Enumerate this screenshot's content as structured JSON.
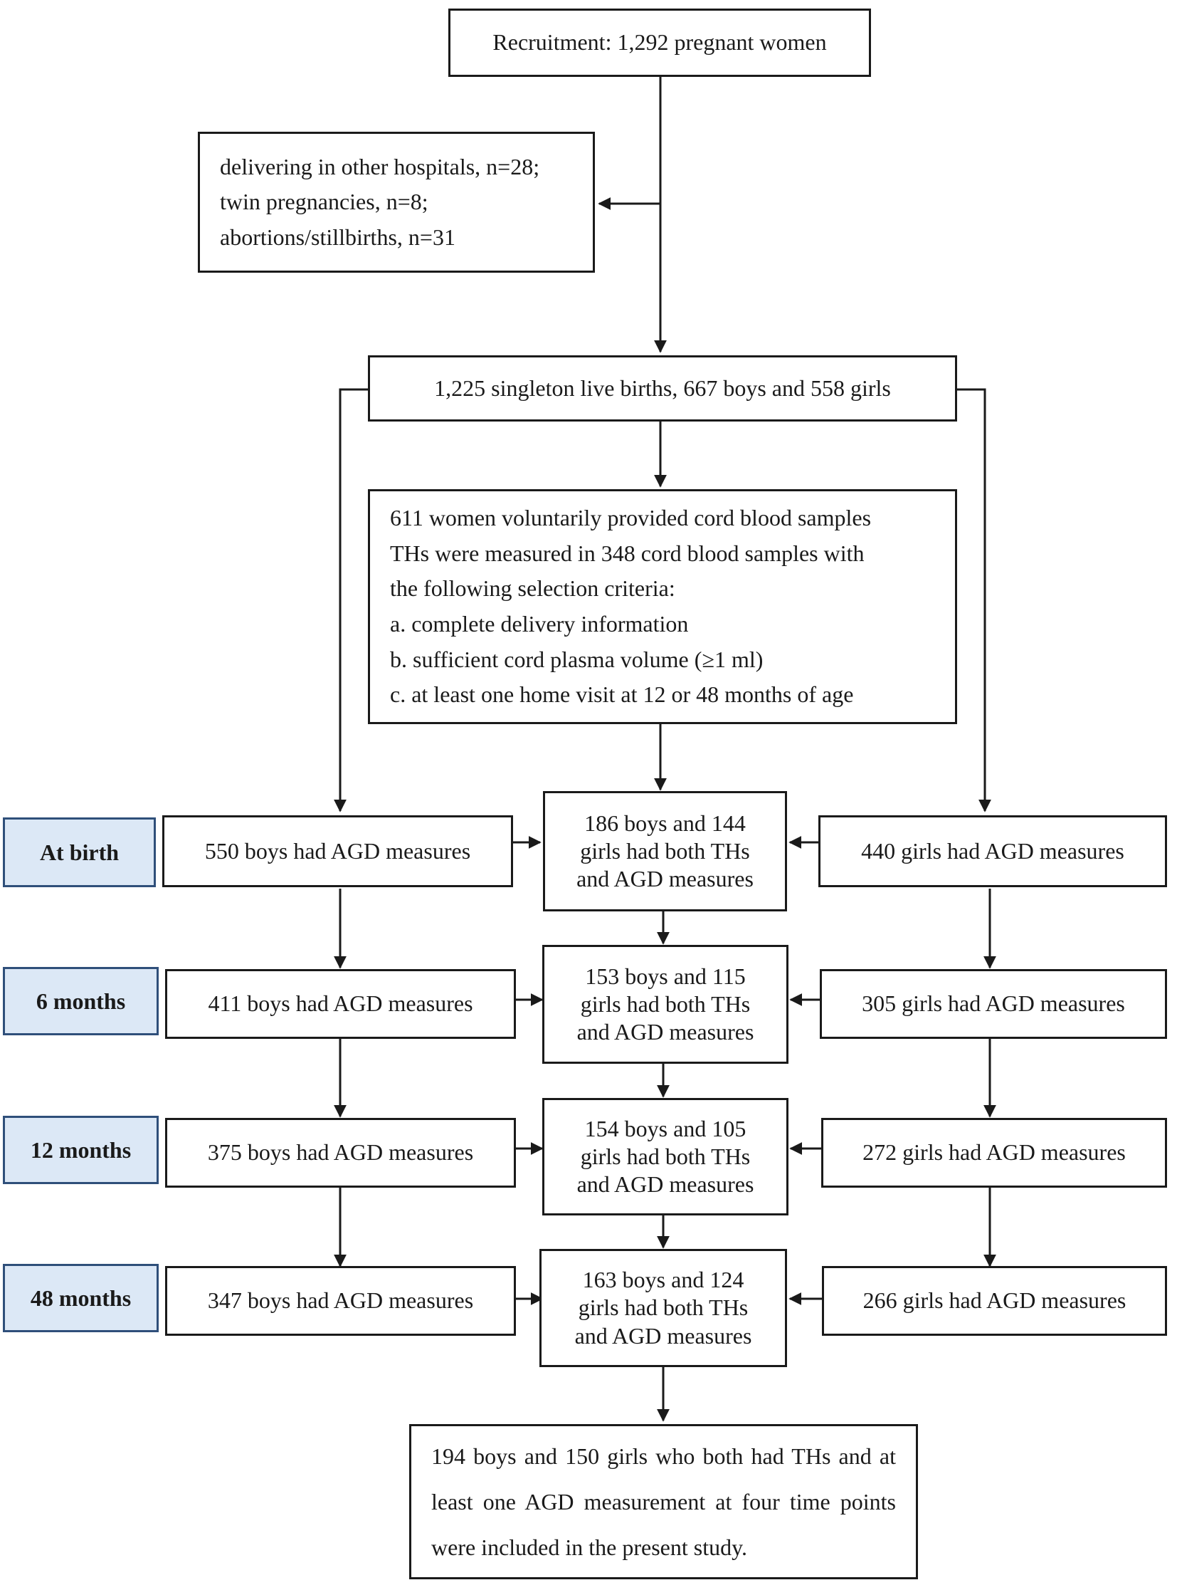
{
  "recruitment": "Recruitment: 1,292 pregnant women",
  "exclusions": [
    "delivering in other hospitals, n=28;",
    "twin pregnancies, n=8;",
    "abortions/stillbirths, n=31"
  ],
  "births": "1,225 singleton live births, 667 boys and 558 girls",
  "cord_blood": [
    "611 women voluntarily provided cord blood samples",
    "THs were measured in 348 cord blood samples with",
    "the following selection criteria:",
    "a. complete delivery information",
    "b. sufficient cord plasma volume (≥1 ml)",
    "c. at least one home visit at 12 or 48 months of age"
  ],
  "stages": [
    {
      "label": "At birth",
      "boys": "550 boys had AGD measures",
      "both": [
        "186 boys and 144",
        "girls had both THs",
        "and AGD measures"
      ],
      "girls": "440 girls had AGD measures"
    },
    {
      "label": "6 months",
      "boys": "411 boys had AGD measures",
      "both": [
        "153 boys and 115",
        "girls had both THs",
        "and AGD measures"
      ],
      "girls": "305 girls had AGD measures"
    },
    {
      "label": "12 months",
      "boys": "375 boys had AGD measures",
      "both": [
        "154 boys and 105",
        "girls had both THs",
        "and AGD measures"
      ],
      "girls": "272 girls had AGD measures"
    },
    {
      "label": "48 months",
      "boys": "347 boys had AGD measures",
      "both": [
        "163 boys and 124",
        "girls had both THs",
        "and AGD measures"
      ],
      "girls": "266 girls had AGD measures"
    }
  ],
  "final": "194 boys and 150 girls who both had THs and at least one AGD measurement at four time points were included in the present study."
}
